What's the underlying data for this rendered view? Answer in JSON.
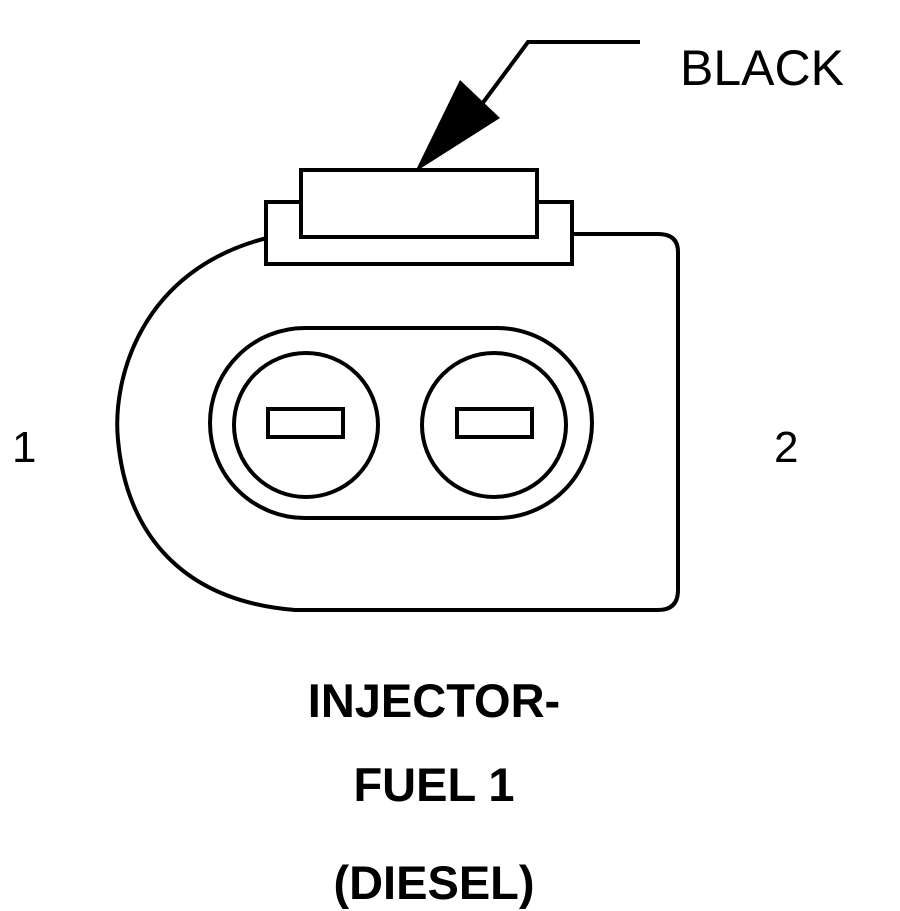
{
  "connector": {
    "color_label": "BLACK",
    "pin_labels": [
      "1",
      "2"
    ],
    "title_lines": [
      "INJECTOR-",
      "FUEL 1",
      "(DIESEL)"
    ]
  },
  "colors": {
    "line": "#000000",
    "background": "#ffffff"
  }
}
